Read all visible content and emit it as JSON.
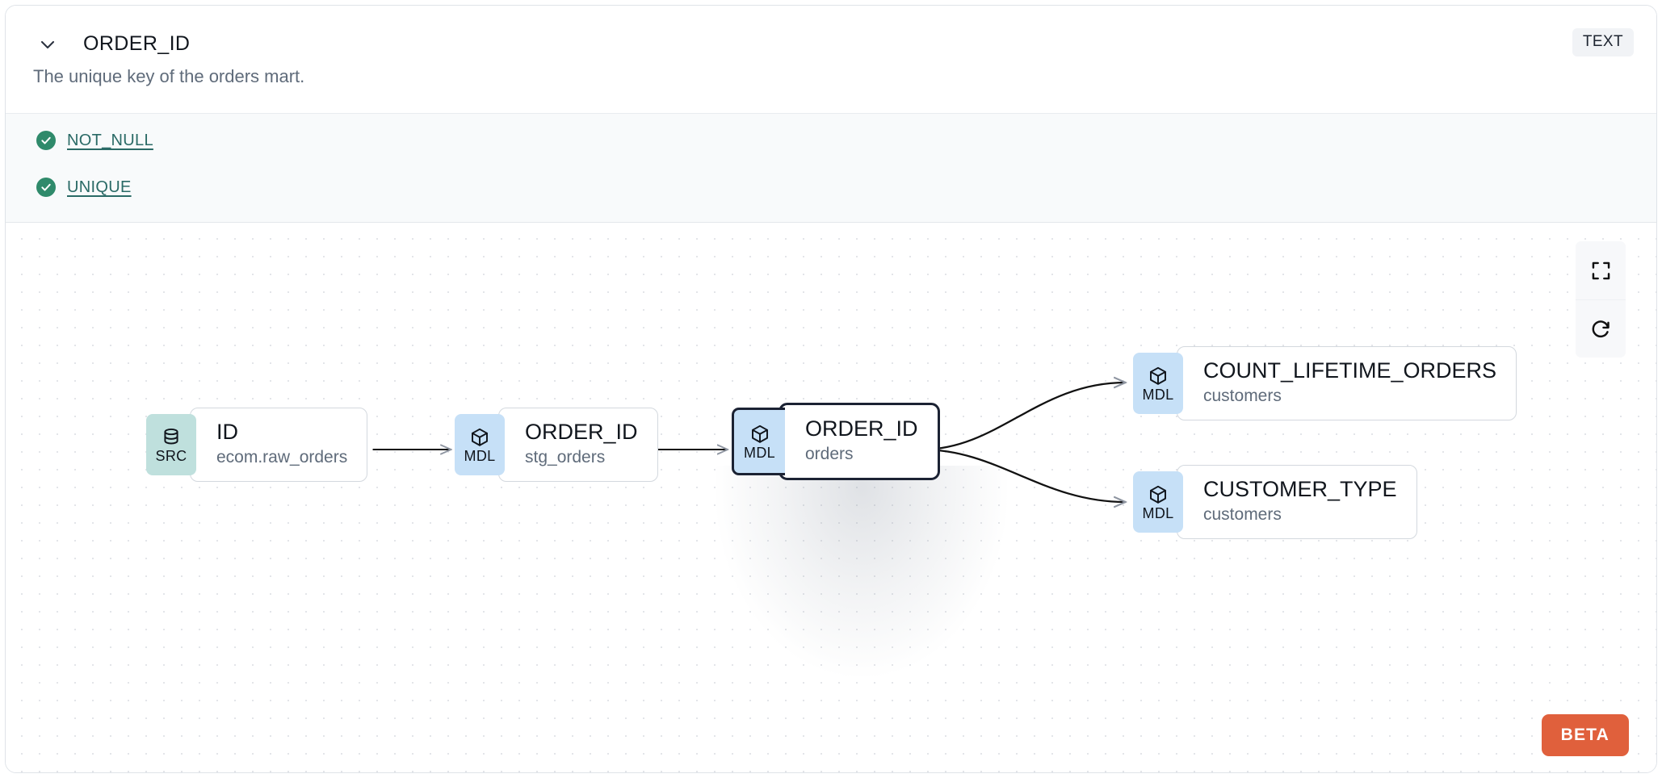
{
  "header": {
    "chevron_icon": "chevron-down-icon",
    "column_name": "ORDER_ID",
    "data_type_badge": "TEXT",
    "description": "The unique key of the orders mart."
  },
  "tests": {
    "items": [
      {
        "status_icon": "check-circle-icon",
        "label": "NOT_NULL",
        "status": "passed"
      },
      {
        "status_icon": "check-circle-icon",
        "label": "UNIQUE",
        "status": "passed"
      }
    ]
  },
  "lineage": {
    "nodes": [
      {
        "id": "src-id",
        "badge": "SRC",
        "badge_icon": "database-icon",
        "title": "ID",
        "subtitle": "ecom.raw_orders",
        "selected": false
      },
      {
        "id": "mdl-stg-order-id",
        "badge": "MDL",
        "badge_icon": "cube-icon",
        "title": "ORDER_ID",
        "subtitle": "stg_orders",
        "selected": false
      },
      {
        "id": "mdl-orders-order-id",
        "badge": "MDL",
        "badge_icon": "cube-icon",
        "title": "ORDER_ID",
        "subtitle": "orders",
        "selected": true
      },
      {
        "id": "mdl-count-lifetime-orders",
        "badge": "MDL",
        "badge_icon": "cube-icon",
        "title": "COUNT_LIFETIME_ORDERS",
        "subtitle": "customers",
        "selected": false
      },
      {
        "id": "mdl-customer-type",
        "badge": "MDL",
        "badge_icon": "cube-icon",
        "title": "CUSTOMER_TYPE",
        "subtitle": "customers",
        "selected": false
      }
    ],
    "edges": [
      {
        "from": "src-id",
        "to": "mdl-stg-order-id"
      },
      {
        "from": "mdl-stg-order-id",
        "to": "mdl-orders-order-id"
      },
      {
        "from": "mdl-orders-order-id",
        "to": "mdl-count-lifetime-orders"
      },
      {
        "from": "mdl-orders-order-id",
        "to": "mdl-customer-type"
      }
    ]
  },
  "controls": {
    "fit_view_icon": "fullscreen-expand-icon",
    "refresh_icon": "refresh-icon"
  },
  "beta_badge": {
    "label": "BETA"
  },
  "colors": {
    "src_badge": "#bfe0dd",
    "mdl_badge": "#c6e0f7",
    "test_pass": "#2f8a6b",
    "test_link": "#2a6a66",
    "beta": "#e0603c",
    "selected_border": "#1b2233",
    "edge": "#111111"
  }
}
